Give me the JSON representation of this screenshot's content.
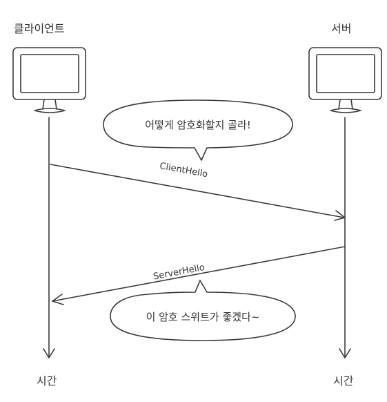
{
  "actors": {
    "client": {
      "label": "클라이언트",
      "time_label": "시간"
    },
    "server": {
      "label": "서버",
      "time_label": "시간"
    }
  },
  "messages": [
    {
      "label": "ClientHello",
      "from": "client",
      "to": "server"
    },
    {
      "label": "ServerHello",
      "from": "server",
      "to": "client"
    }
  ],
  "bubbles": [
    {
      "text": "어떻게 암호화할지 골라!"
    },
    {
      "text": "이 암호 스위트가 좋겠다~"
    }
  ],
  "icons": {
    "client": "monitor-icon",
    "server": "monitor-icon"
  }
}
